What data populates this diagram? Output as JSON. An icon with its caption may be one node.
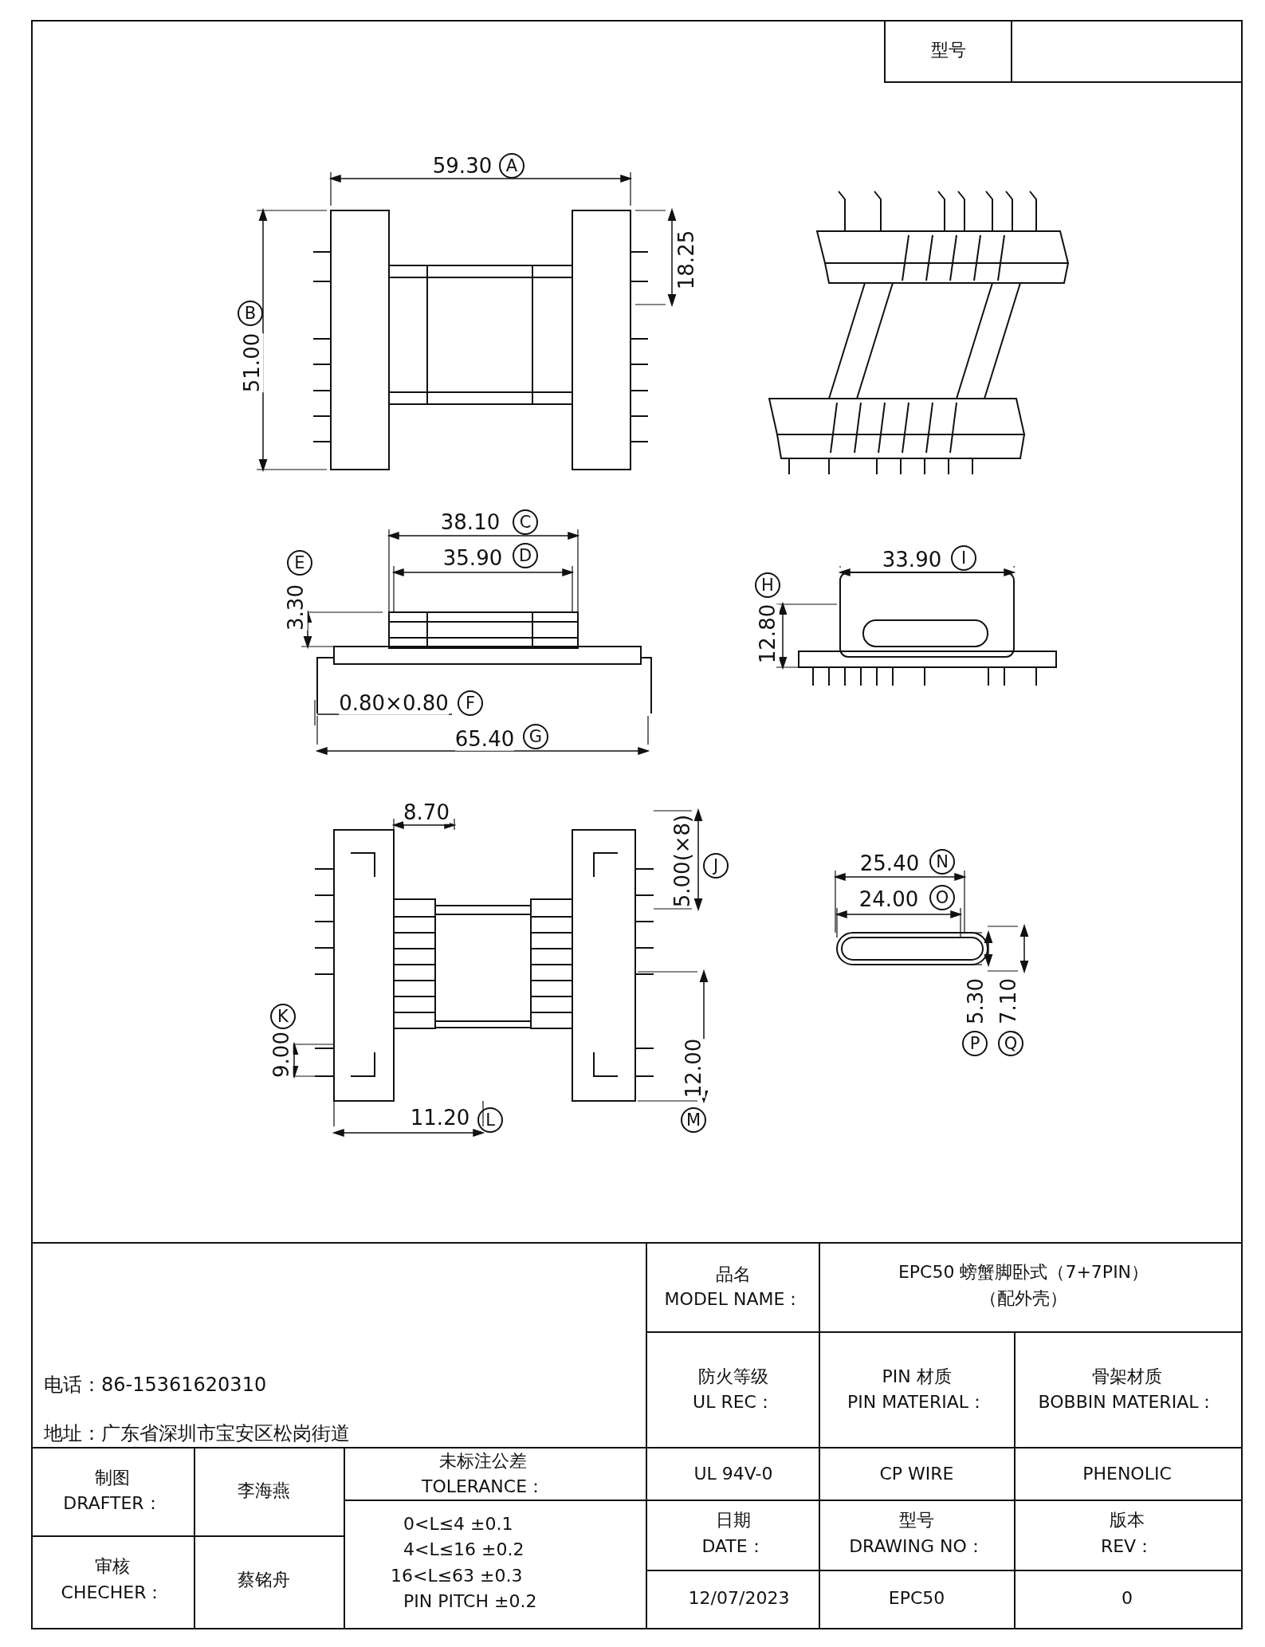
{
  "diagram": {
    "labels": [
      "型号",
      "59.30",
      "A",
      "18.25",
      "B",
      "51.00",
      "38.10",
      "C",
      "35.90",
      "D",
      "E",
      "3.30",
      "0.80×0.80",
      "F",
      "65.40",
      "G",
      "H",
      "12.80",
      "33.90",
      "I",
      "8.70",
      "5.00(×8)",
      "J",
      "25.40",
      "N",
      "24.00",
      "O",
      "K",
      "9.00",
      "5.30",
      "7.10",
      "P",
      "Q",
      "11.20",
      "L",
      "12.00",
      "M",
      "电话：86-15361620310",
      "地址：广东省深圳市宝安区松岗街道",
      "品名",
      "MODEL NAME：",
      "EPC50 螃蟹脚卧式（7+7PIN）",
      "（配外壳）",
      "防火等级",
      "UL REC：",
      "PIN 材质",
      "PIN MATERIAL：",
      "骨架材质",
      "BOBBIN MATERIAL：",
      "制图",
      "DRAFTER：",
      "李海燕",
      "未标注公差",
      "TOLERANCE：",
      "UL 94V-0",
      "CP WIRE",
      "PHENOLIC",
      "0<L≤4 ±0.1",
      "4<L≤16 ±0.2",
      "16<L≤63 ±0.3",
      "PIN PITCH ±0.2",
      "审核",
      "CHECHER：",
      "蔡铭舟",
      "日期",
      "DATE：",
      "型号",
      "DRAWING NO：",
      "版本",
      "REV：",
      "12/07/2023",
      "EPC50",
      "0"
    ]
  }
}
